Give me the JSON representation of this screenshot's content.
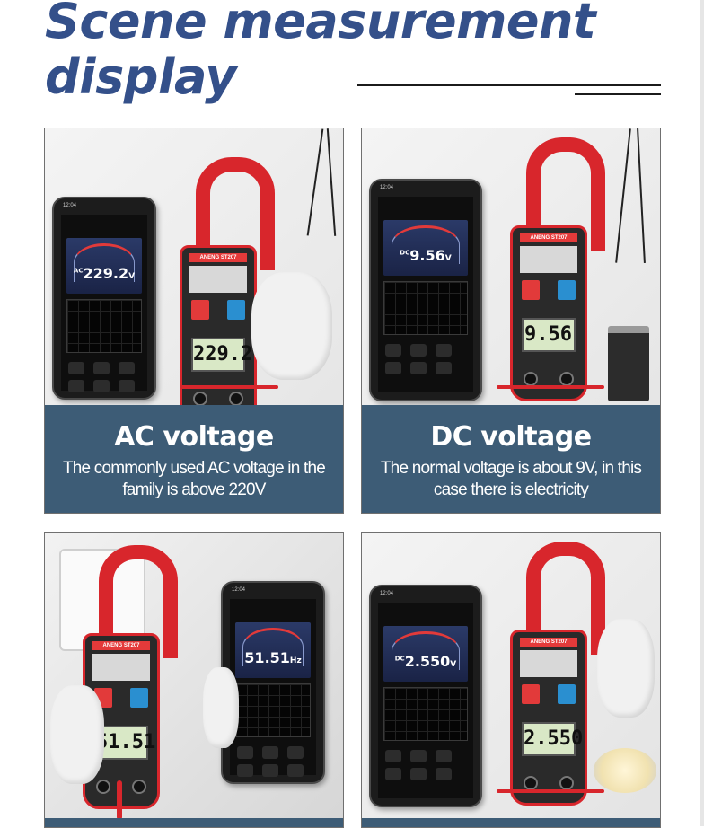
{
  "page": {
    "headline_line1": "Scene measurement",
    "headline_line2": "display"
  },
  "panels": [
    {
      "title": "AC voltage",
      "description": "The commonly used AC voltage in the family is above 220V",
      "phone_reading_prefix": "AC",
      "phone_reading": "229.2",
      "phone_reading_unit": "V",
      "meter_display": "229.2",
      "meter_brand": "ANENG ST207"
    },
    {
      "title": "DC voltage",
      "description": "The normal voltage is about 9V, in this case there is electricity",
      "phone_reading_prefix": "DC",
      "phone_reading": "9.56",
      "phone_reading_unit": "V",
      "meter_display": "9.56",
      "meter_brand": "ANENG ST207"
    },
    {
      "phone_reading_prefix": "",
      "phone_reading": "51.51",
      "phone_reading_unit": "Hz",
      "meter_display": "51.51",
      "meter_brand": "ANENG ST207"
    },
    {
      "phone_reading_prefix": "DC",
      "phone_reading": "2.550",
      "phone_reading_unit": "V",
      "meter_display": "2.550",
      "meter_brand": "ANENG ST207"
    }
  ],
  "colors": {
    "headline": "#34508a",
    "caption_band": "#3d5c76",
    "meter_red": "#d8262c"
  }
}
